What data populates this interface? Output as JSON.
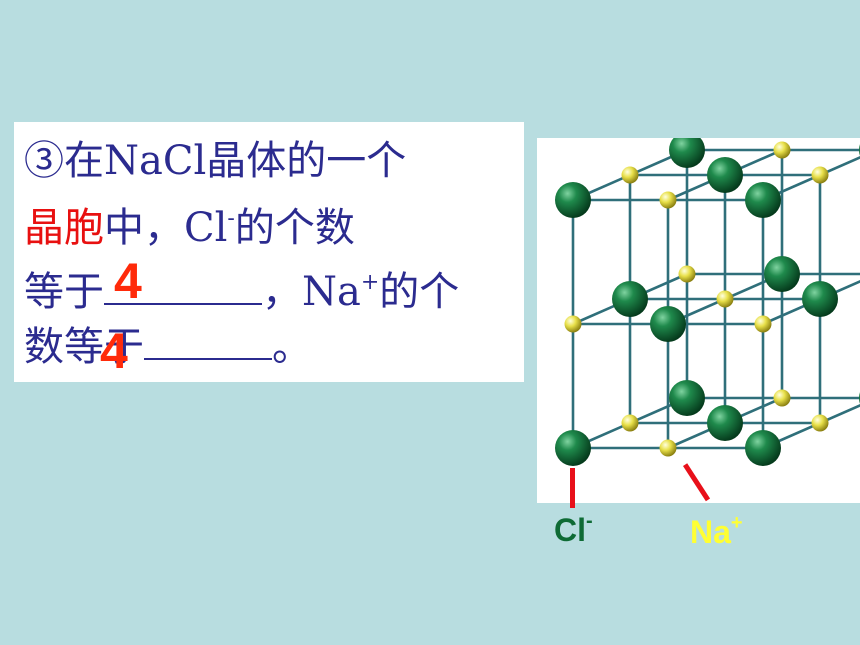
{
  "question": {
    "line1": "③在NaCl晶体的一个",
    "line2_red": "晶胞",
    "line2_mid": "中，Cl",
    "line2_sup": "-",
    "line2_end": "的个数",
    "line3_start": "等于",
    "line3_mid": "，Na",
    "line3_sup": "+",
    "line3_end": "的个",
    "line4_start": "数等于",
    "line4_end": "。",
    "answer_cl": "4",
    "answer_na": "4"
  },
  "labels": {
    "cl": "Cl",
    "cl_sup": "-",
    "na": "Na",
    "na_sup": "+"
  },
  "colors": {
    "background": "#b8dde0",
    "text": "#2b2b8f",
    "highlight": "#e81010",
    "answer": "#ff2a0a",
    "chloride": "#0e6b35",
    "sodium": "#ffff33",
    "pointer": "#e8101a"
  }
}
